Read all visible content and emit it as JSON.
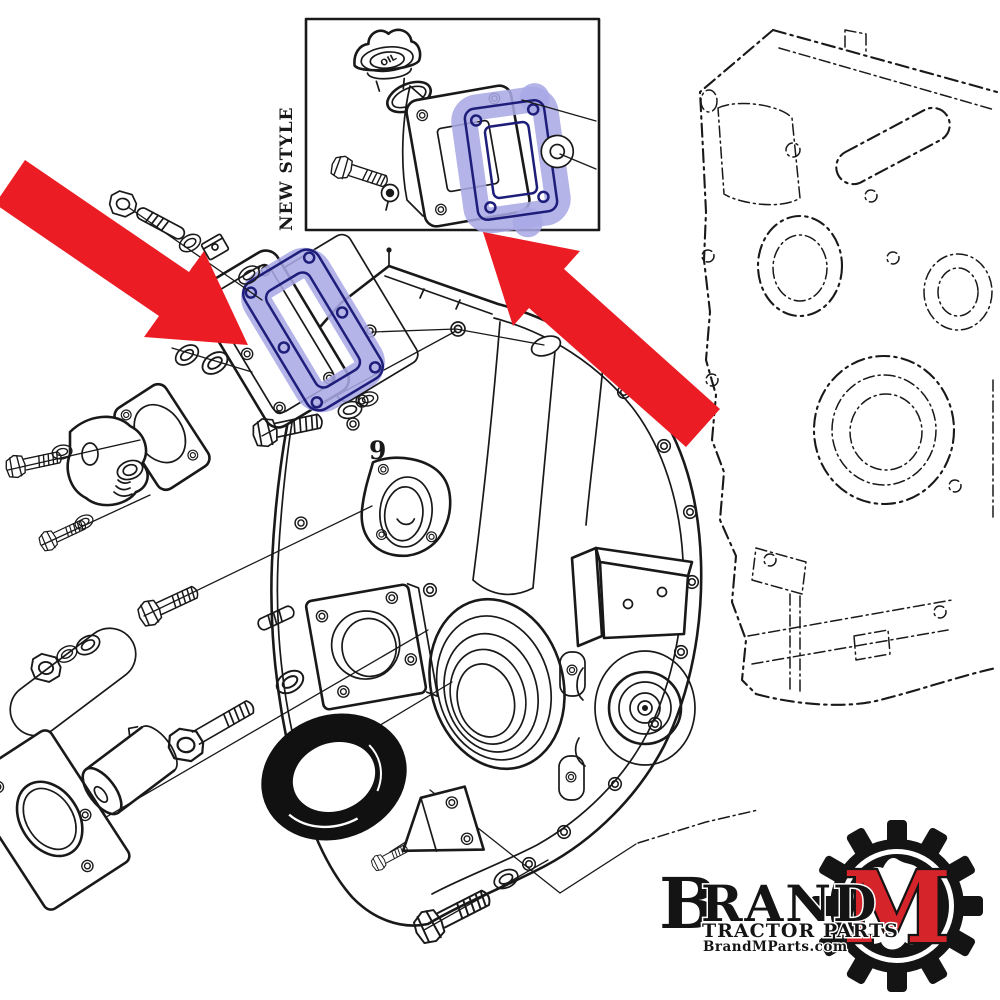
{
  "diagram": {
    "inset_label": "NEW STYLE",
    "cap_label": "OIL",
    "part_number": "9"
  },
  "logo": {
    "brand_initial": "B",
    "brand_rest": "RAND",
    "tagline": "TRACTOR PARTS",
    "website": "BrandMParts.com",
    "gear_letter": "M"
  },
  "colors": {
    "line": "#191919",
    "highlight": "#a9a9e6",
    "highlight_line": "#1e1e7a",
    "arrow_red": "#ec1c24",
    "logo_red": "#d6242b"
  }
}
